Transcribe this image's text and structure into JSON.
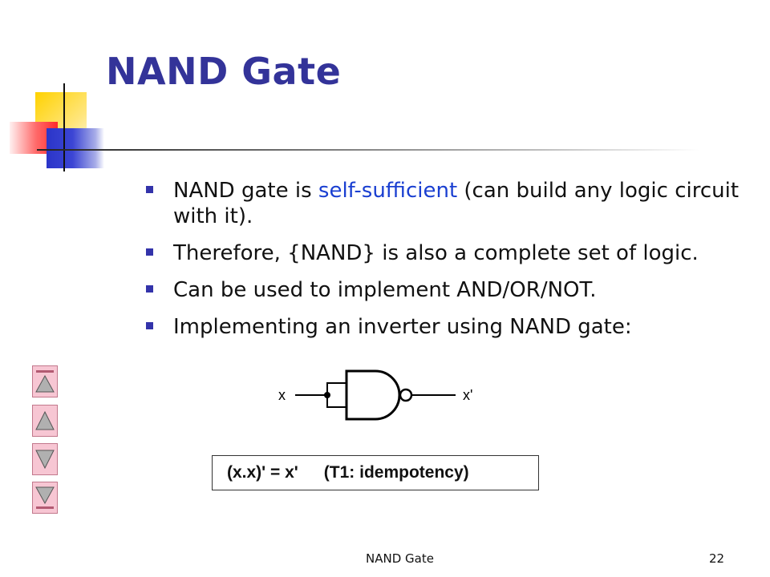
{
  "slide": {
    "title": "NAND Gate",
    "bullets": [
      {
        "pre": "NAND gate is ",
        "highlight": "self-sufficient",
        "post": " (can build any logic circuit with it)."
      },
      {
        "text": "Therefore, {NAND} is also a complete set of logic."
      },
      {
        "text": "Can be used to implement AND/OR/NOT."
      },
      {
        "text": "Implementing an inverter using NAND gate:"
      }
    ],
    "diagram": {
      "input_label": "x",
      "output_label": "x'"
    },
    "expression": {
      "equation": "(x.x)' = x'",
      "note": "(T1: idempotency)"
    },
    "footer": {
      "title": "NAND Gate",
      "page_number": "22"
    },
    "navigation": [
      {
        "name": "first-slide-icon"
      },
      {
        "name": "previous-slide-icon"
      },
      {
        "name": "next-slide-icon"
      },
      {
        "name": "last-slide-icon"
      }
    ],
    "colors": {
      "title": "#333399",
      "highlight": "#1a3fd1",
      "bullet_marker": "#3333aa",
      "nav_fill": "#f7c6d3"
    }
  }
}
